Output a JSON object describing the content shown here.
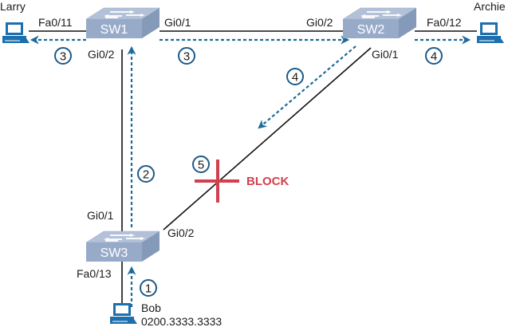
{
  "colors": {
    "link": "#111111",
    "flow": "#1d6a9a",
    "step_circle": "#1d5a8a",
    "switch_top": "#b2c1d8",
    "switch_front": "#97abc9",
    "switch_side": "#8599b8",
    "pc": "#1d6fae",
    "block": "#d2404f"
  },
  "devices": {
    "sw1": {
      "label": "SW1"
    },
    "sw2": {
      "label": "SW2"
    },
    "sw3": {
      "label": "SW3"
    },
    "larry": {
      "label": "Larry"
    },
    "archie": {
      "label": "Archie"
    },
    "bob": {
      "label": "Bob",
      "mac": "0200.3333.3333"
    }
  },
  "ports": {
    "sw1_fa011": "Fa0/11",
    "sw1_gi01": "Gi0/1",
    "sw1_gi02": "Gi0/2",
    "sw2_gi02": "Gi0/2",
    "sw2_fa012": "Fa0/12",
    "sw2_gi01": "Gi0/1",
    "sw3_gi01": "Gi0/1",
    "sw3_gi02": "Gi0/2",
    "sw3_fa013": "Fa0/13"
  },
  "steps": {
    "s1": "1",
    "s2": "2",
    "s3a": "3",
    "s3b": "3",
    "s4a": "4",
    "s4b": "4",
    "s5": "5"
  },
  "block_label": "BLOCK"
}
